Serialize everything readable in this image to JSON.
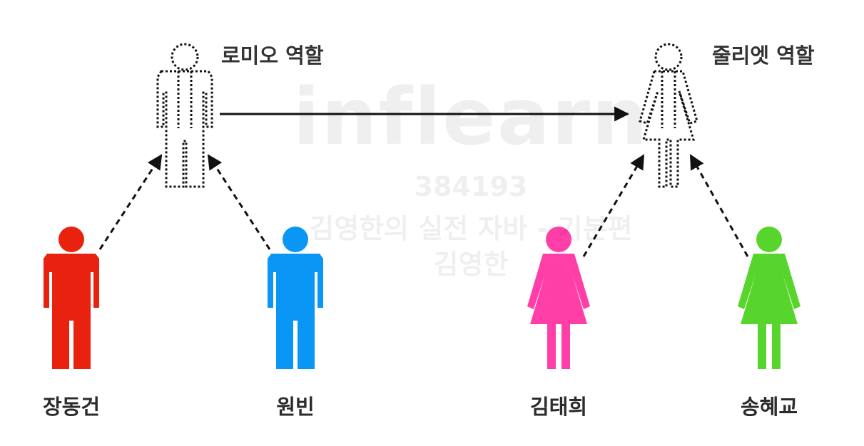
{
  "roles": {
    "romeo": {
      "label": "로미오 역할"
    },
    "juliet": {
      "label": "줄리엣 역할"
    }
  },
  "actors": [
    {
      "name": "장동건",
      "color": "#e8220e",
      "figure": "male"
    },
    {
      "name": "원빈",
      "color": "#0a96f5",
      "figure": "male"
    },
    {
      "name": "김태희",
      "color": "#ff3ea8",
      "figure": "female"
    },
    {
      "name": "송혜교",
      "color": "#58d52c",
      "figure": "female"
    }
  ],
  "watermark": {
    "brand": "inflearn",
    "code": "384193",
    "course": "김영한의 실전 자바 - 기본편",
    "author": "김영한"
  },
  "colors": {
    "outline": "#111111",
    "arrow": "#111111"
  }
}
